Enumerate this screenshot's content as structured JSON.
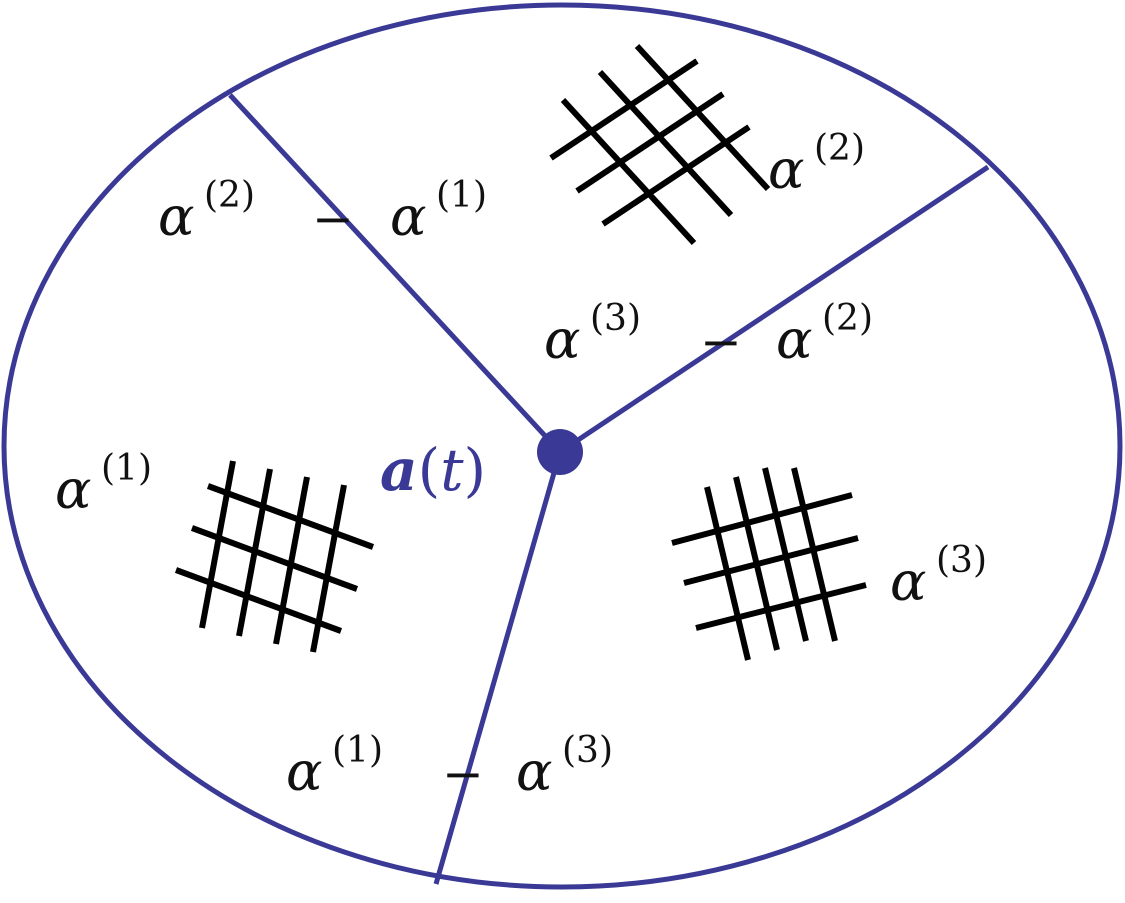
{
  "colors": {
    "boundary": "#3a3a96",
    "junction": "#3a3a96",
    "grid": "#000000",
    "text": "#111111"
  },
  "junction": {
    "vector": "a",
    "open": "(",
    "variable": "t",
    "close": ")"
  },
  "symbol": "α",
  "minus": "−",
  "regions": [
    {
      "name": "region-1",
      "sup": "(1)"
    },
    {
      "name": "region-2",
      "sup": "(2)"
    },
    {
      "name": "region-3",
      "sup": "(3)"
    }
  ],
  "interfaces": [
    {
      "name": "interface-2-1",
      "left_sup": "(2)",
      "right_sup": "(1)"
    },
    {
      "name": "interface-3-2",
      "left_sup": "(3)",
      "right_sup": "(2)"
    },
    {
      "name": "interface-1-3",
      "left_sup": "(1)",
      "right_sup": "(3)"
    }
  ]
}
